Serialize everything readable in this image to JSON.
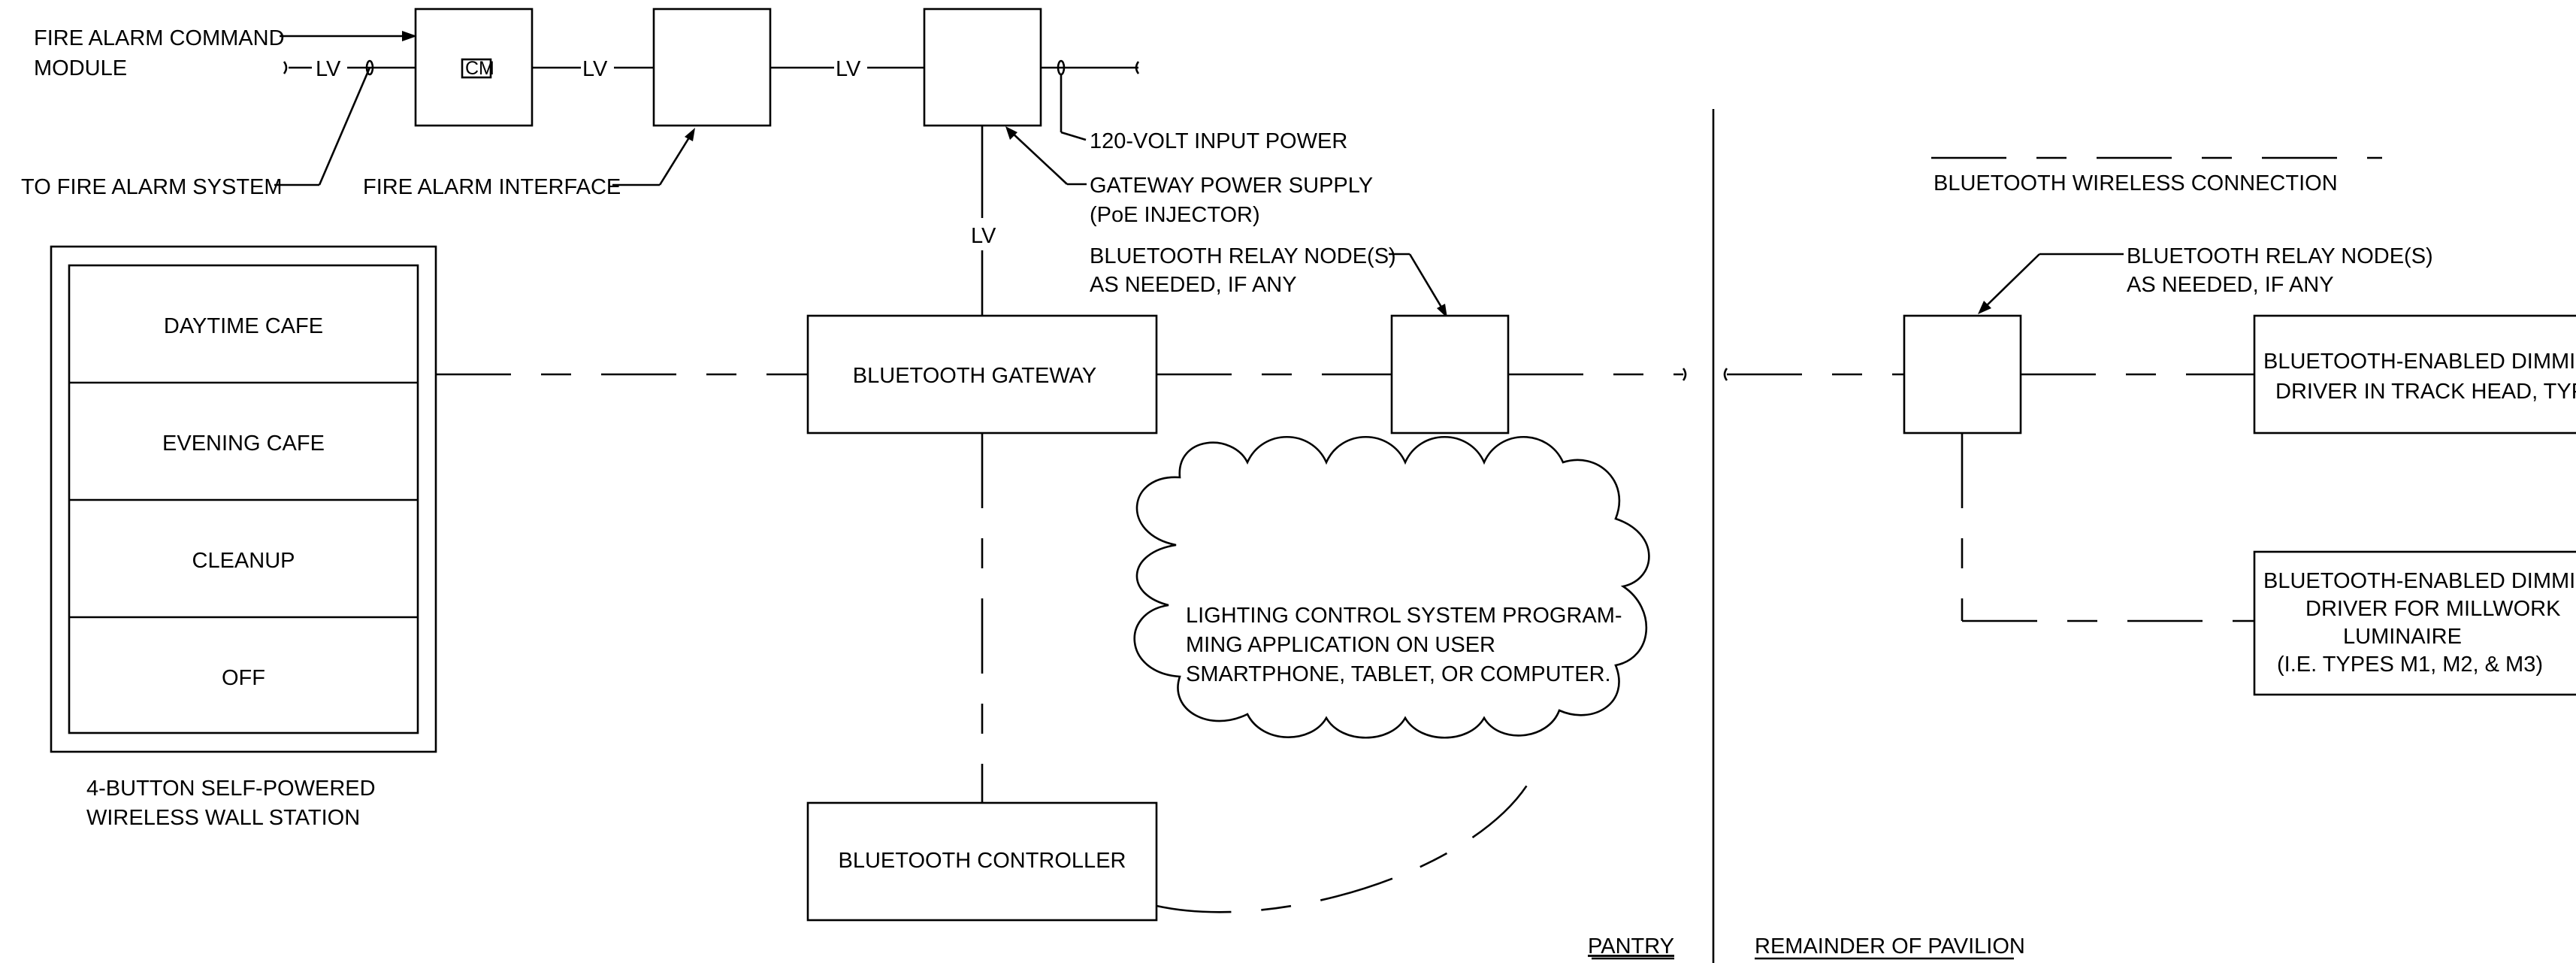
{
  "labels": {
    "fire_alarm_cmd_1": "FIRE ALARM COMMAND",
    "fire_alarm_cmd_2": "MODULE",
    "cm": "CM",
    "lv": "LV",
    "to_fire_alarm": "TO FIRE ALARM SYSTEM",
    "fire_alarm_interface": "FIRE ALARM INTERFACE",
    "input_power": "120-VOLT INPUT POWER",
    "gateway_ps_1": "GATEWAY POWER SUPPLY",
    "gateway_ps_2": "(PoE INJECTOR)",
    "relay_1": "BLUETOOTH RELAY NODE(S)",
    "relay_2": "AS NEEDED, IF ANY",
    "bt_wireless": "BLUETOOTH WIRELESS CONNECTION",
    "gateway": "BLUETOOTH GATEWAY",
    "controller": "BLUETOOTH CONTROLLER",
    "cloud_1": "LIGHTING CONTROL SYSTEM PROGRAM-",
    "cloud_2": "MING APPLICATION ON USER",
    "cloud_3": "SMARTPHONE, TABLET, OR COMPUTER.",
    "wall_1": "4-BUTTON SELF-POWERED",
    "wall_2": "WIRELESS WALL STATION",
    "dim_track_1": "BLUETOOTH-ENABLED DIMMIN",
    "dim_track_2": "DRIVER IN TRACK HEAD, TYP",
    "dim_mill_1": "BLUETOOTH-ENABLED DIMMIN",
    "dim_mill_2": "DRIVER FOR MILLWORK",
    "dim_mill_3": "LUMINAIRE",
    "dim_mill_4": "(I.E. TYPES M1, M2, & M3)",
    "pantry": "PANTRY",
    "remainder": "REMAINDER OF PAVILION"
  },
  "buttons": [
    "DAYTIME CAFE",
    "EVENING CAFE",
    "CLEANUP",
    "OFF"
  ]
}
